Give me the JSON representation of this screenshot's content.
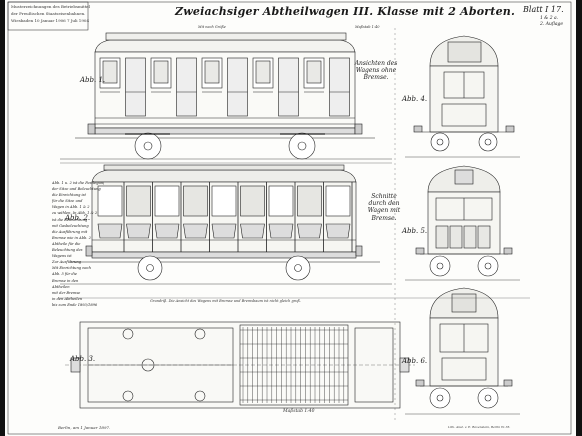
{
  "header_note": [
    "Musterzeichnungen des Betriebsmittel",
    "der Preußischen Staatseisenbahnen.",
    "Wiesbaden 10 Januar 1906 7 Juli 1904"
  ],
  "title": "Zweiachsiger Abtheilwagen III. Klasse mit 2 Aborten.",
  "blatt": "Blatt I 17.",
  "blatt_sub": "1 & 2 a.",
  "blatt_sub2": "2. Auflage",
  "scale_left": "Mit nach Größe",
  "scale_right": "Maßstab 1:40",
  "figures": {
    "abb1": "Abb. 1.",
    "abb2": "Abb. 2.",
    "abb3": "Abb. 3.",
    "abb4": "Abb. 4.",
    "abb5": "Abb. 5.",
    "abb6": "Abb. 6."
  },
  "caption_views": "Ansichten des Wagens ohne Bremse.",
  "caption_sections": "Schnitte durch den Wagen mit Bremse.",
  "notes": [
    "Abb. 1 u. 2 ist die Festlegung",
    "der Sitze und Beleuchtung",
    "die Einrichtung ist",
    "für die Sitze und",
    "Wagen in Abb. 1 & 2",
    "zu wählen. In Abb. 1 & 2",
    "ist die Beleuchtung",
    "mit Gasbeleuchtung",
    "die Ausführung mit",
    "Bremse wie in Abb. 2",
    "Abtheile für die",
    "Beleuchtung des",
    "Wagens ist",
    "Zur Ausführung",
    "Mit Einrichtung nach",
    "Abb. 5 für die",
    "Bremse in den",
    "Abtheilen",
    "mit der Bremse",
    "in den Abtheilen",
    "bis zum Ende 1893/1896"
  ],
  "plan_note": "Grundriß. Die Ansicht des Wagens mit Bremse und Bremsbaum ist nicht gleich groß.",
  "scale_bottom": "Maßstab 1:40",
  "sig_left": "Berlin, am 1 Januar 1897.",
  "sig_right": "Lith. Anst. v. E. Ravenstein, Berlin W. 35."
}
